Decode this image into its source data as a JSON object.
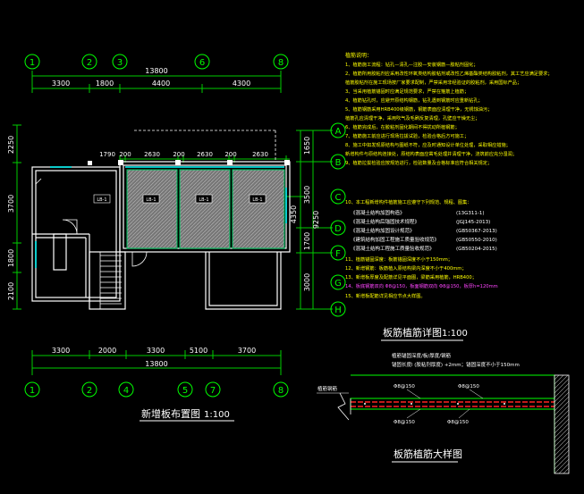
{
  "colors": {
    "background": "#000000",
    "grid": "#00ff00",
    "dim": "#00cc00",
    "wall": "#ffffff",
    "slab": "#00cc66",
    "notes": "#ffff00",
    "magenta": "#ff44ff",
    "title": "#ffffff",
    "red": "#ff2222",
    "blue": "#3399ff"
  },
  "plan": {
    "top_axes": [
      "1",
      "2",
      "3",
      "6",
      "8"
    ],
    "bottom_axes": [
      "1",
      "2",
      "4",
      "5",
      "7",
      "8"
    ],
    "right_axes": [
      "A",
      "B",
      "C",
      "D",
      "F",
      "G",
      "H"
    ],
    "top_total": "13800",
    "top_dims": [
      "3300",
      "1800",
      "4400",
      "4300"
    ],
    "inner_dims": [
      "1790",
      "200",
      "2630",
      "200",
      "2630",
      "200",
      "2630"
    ],
    "bottom_dims": [
      "3300",
      "2000",
      "3300",
      "5100",
      "3700"
    ],
    "bottom_total": "13800",
    "left_dims": [
      "2250",
      "3700",
      "1800",
      "2100"
    ],
    "right_dims": [
      "1650",
      "3500",
      "4350",
      "9250",
      "1700",
      "3000"
    ],
    "slab_tag": "LB-1",
    "title": "新增板布置图",
    "scale": "1:100"
  },
  "notes": {
    "heading": "植筋说明：",
    "lines": [
      "1、植筋施工流程：钻孔—清孔—注胶—安装钢筋—胶粘剂固化；",
      "2、植筋所用胶粘剂应采用改性环氧类结构胶粘剂或改性乙烯基酯类结构胶粘剂，其工艺应满足要求；",
      "   植筋胶粘剂在施工现场按厂家要求配制，严禁采用非经验证的胶粘剂，采用国标产品；",
      "3、当采用植筋锚固时应满足规范要求，严禁在箍筋上植筋；",
      "4、植筋钻孔时，应避开原结构钢筋，钻孔遇到钢筋时应重新钻孔；",
      "5、植筋钢筋采用HRB400级钢筋，钢筋表面应清理干净，无锈蚀油污；",
      "   植筋孔应清理干净，采用吹气及毛刷反复清理，孔壁应干燥无尘；",
      "6、植筋完成后，在胶粘剂固化期间不得扰动所植钢筋；",
      "7、植筋施工前应进行现场拉拔试验，检验合格后方可施工；",
      "8、施工中如发现原结构与图纸不符，应及时通知设计单位处理，采取相应措施；",
      "   新增构件与原结构连接处，原结构表面应凿毛处理并清理干净，浇筑前应充分湿润；",
      "9、植筋拉拔检验应按规范进行，检验数量及合格标准应符合相关规定；",
      "10、本工程新增构件植筋施工应遵守下列规范、规程、图集："
    ],
    "standards": [
      {
        "name": "《混凝土结构加固构造》",
        "code": "(13G311-1)"
      },
      {
        "name": "《混凝土结构后锚固技术规程》",
        "code": "(JGJ145-2013)"
      },
      {
        "name": "《混凝土结构加固设计规范》",
        "code": "(GB50367-2013)"
      },
      {
        "name": "《建筑结构加固工程施工质量验收规范》",
        "code": "(GB50550-2010)"
      },
      {
        "name": "《混凝土结构工程施工质量验收规范》",
        "code": "(GB50204-2015)"
      }
    ],
    "tail": [
      "11、植筋锚固深度：板筋锚固深度不小于150mm；",
      "12、新增钢筋：板筋植入原结构梁内深度不小于400mm；",
      "13、新增板厚度及配筋详见平面图，梁筋采用植筋，HRB400；",
      "14、板底钢筋双向 Φ8@150，板面钢筋双向 Φ8@150，板厚h=120mm",
      "15、新增板配筋详见相应节点大样图。"
    ]
  },
  "detail": {
    "heading": "板筋植筋详图",
    "sub": "植筋锚固深度/板/厚度/钢筋",
    "depth_line": "锚固长度l (胶粘剂厚度) +2mm；锚固深度不小于150mm",
    "left_label": "植筋钢筋",
    "top_rebar": "Φ8@150",
    "top_rebar_2": "Φ8@150",
    "bottom_rebar": "Φ8@150",
    "bottom_rebar_2": "Φ8@150",
    "title": "板筋植筋大样图"
  }
}
